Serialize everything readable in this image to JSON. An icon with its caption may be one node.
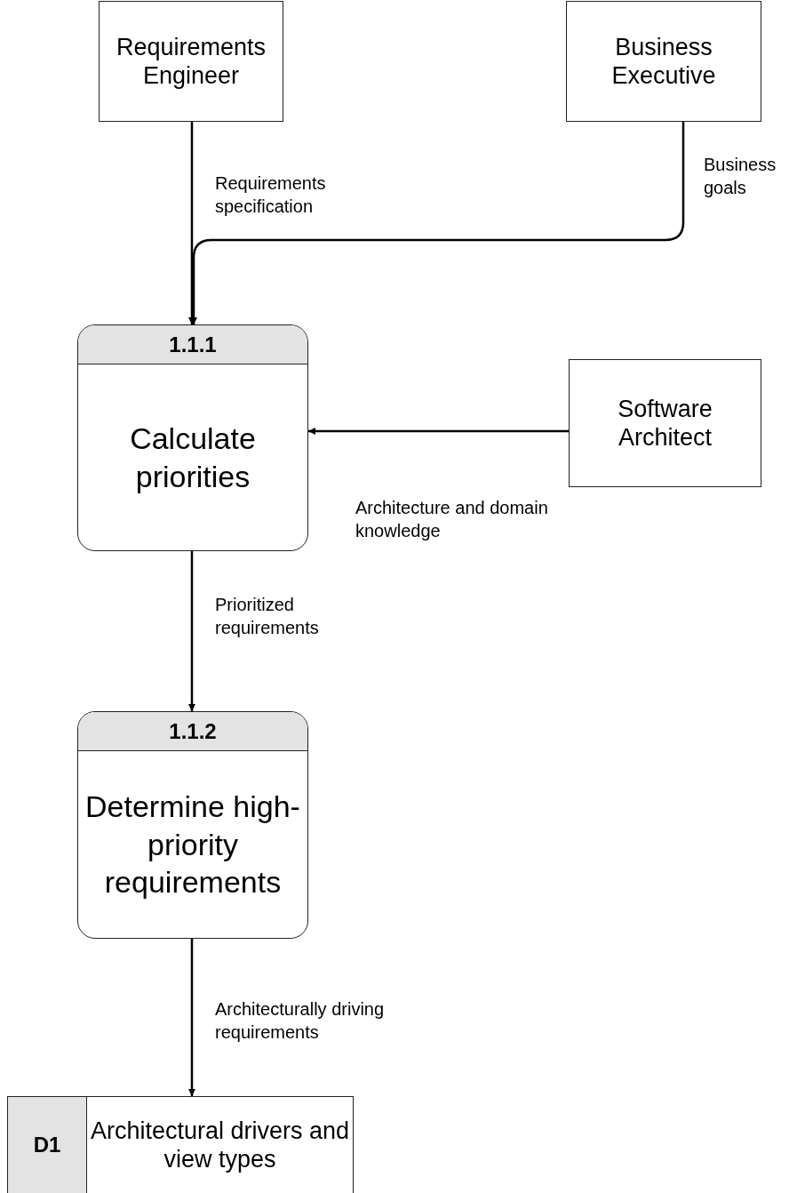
{
  "diagram": {
    "nodes": [
      {
        "text": [
          "Requirements Engineer"
        ]
      },
      {
        "text": [
          "Business Executive"
        ]
      },
      {
        "text": [
          "1.1.1",
          "Calculate priorities"
        ]
      },
      {
        "text": [
          "Software Architect"
        ]
      },
      {
        "text": [
          "1.1.2",
          "Determine high-priority requirements"
        ]
      },
      {
        "text": [
          "D1",
          "Architectural drivers and view types"
        ]
      }
    ],
    "edges": [
      {
        "from": 0,
        "to": 2,
        "arrow": "to",
        "label": "Requirements specification"
      },
      {
        "from": 1,
        "to": 2,
        "arrow": "to",
        "label": "Business goals"
      },
      {
        "from": 3,
        "to": 2,
        "arrow": "to",
        "label": "Architecture and domain knowledge"
      },
      {
        "from": 2,
        "to": 4,
        "arrow": "to",
        "label": "Prioritized requirements"
      },
      {
        "from": 4,
        "to": 5,
        "arrow": "to",
        "label": "Architecturally driving requirements"
      }
    ]
  }
}
